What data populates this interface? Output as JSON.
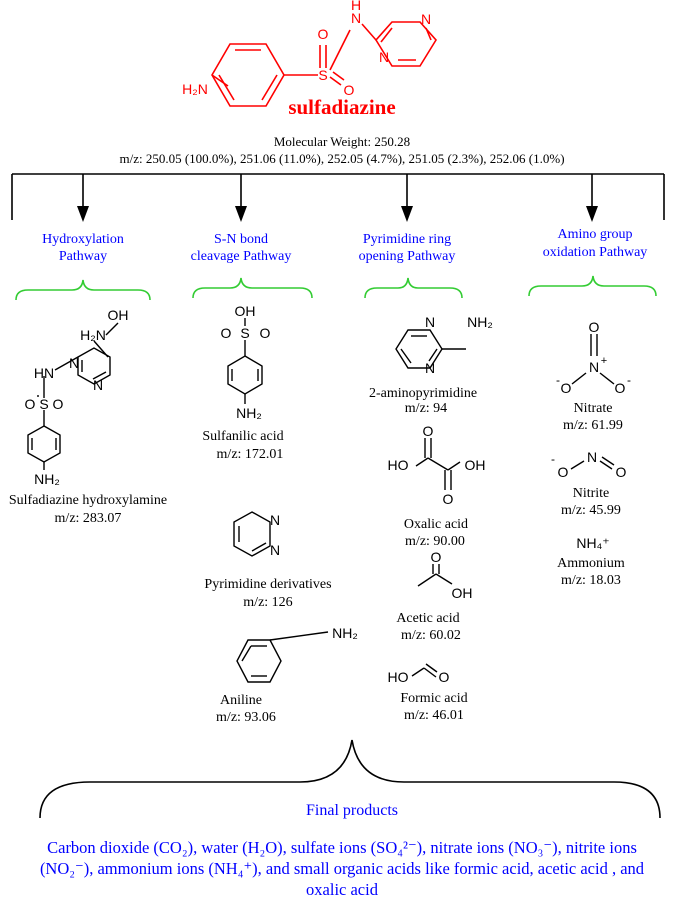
{
  "parent": {
    "name": "sulfadiazine",
    "mw": "Molecular Weight: 250.28",
    "mz": "m/z: 250.05 (100.0%), 251.06 (11.0%), 252.05 (4.7%), 251.05 (2.3%), 252.06 (1.0%)",
    "atoms": {
      "s": "S",
      "o1": "O",
      "o2": "O",
      "n": "N",
      "h": "H",
      "nh2": "H₂N",
      "n_ring1": "N",
      "n_ring2": "N"
    }
  },
  "pathways": [
    {
      "title_line1": "Hydroxylation",
      "title_line2": "Pathway"
    },
    {
      "title_line1": "S-N bond",
      "title_line2": "cleavage Pathway"
    },
    {
      "title_line1": "Pyrimidine ring",
      "title_line2": "opening Pathway"
    },
    {
      "title_line1": "Amino group",
      "title_line2": "oxidation Pathway"
    }
  ],
  "products": {
    "hydroxylamine": {
      "name": "Sulfadiazine hydroxylamine",
      "mz": "m/z: 283.07",
      "atoms": {
        "oh": "OH",
        "h2n": "H₂N",
        "hn": "HN",
        "s": "S",
        "o1": "O",
        "o2": "O",
        "nh2": "NH₂",
        "n1": "N",
        "n2": "N"
      }
    },
    "sulfanilic": {
      "name": "Sulfanilic acid",
      "mz": "m/z: 172.01",
      "atoms": {
        "oh": "OH",
        "s": "S",
        "o1": "O",
        "o2": "O",
        "nh2": "NH₂"
      }
    },
    "pyrimidine": {
      "name": "Pyrimidine derivatives",
      "mz": "m/z: 126",
      "atoms": {
        "n1": "N",
        "n2": "N"
      }
    },
    "aniline": {
      "name": "Aniline",
      "mz": "m/z: 93.06",
      "atoms": {
        "nh2": "NH₂"
      }
    },
    "aminopyrimidine": {
      "name": "2-aminopyrimidine",
      "mz": "m/z: 94",
      "atoms": {
        "n1": "N",
        "n2": "N",
        "nh2": "NH₂"
      }
    },
    "oxalic": {
      "name": "Oxalic acid",
      "mz": "m/z: 90.00",
      "atoms": {
        "ho": "HO",
        "oh": "OH",
        "o1": "O",
        "o2": "O"
      }
    },
    "acetic": {
      "name": "Acetic acid",
      "mz": "m/z: 60.02",
      "atoms": {
        "o": "O",
        "oh": "OH"
      }
    },
    "formic": {
      "name": "Formic acid",
      "mz": "m/z: 46.01",
      "atoms": {
        "ho": "HO",
        "o": "O"
      }
    },
    "nitrate": {
      "name": "Nitrate",
      "mz": "m/z: 61.99",
      "atoms": {
        "o_top": "O",
        "n": "N",
        "plus": "+",
        "o_left": "O",
        "o_right": "O",
        "minus_l": "-",
        "minus_r": "-"
      }
    },
    "nitrite": {
      "name": "Nitrite",
      "mz": "m/z: 45.99",
      "atoms": {
        "o": "O",
        "minus": "-",
        "n": "N",
        "o2": "O"
      }
    },
    "ammonium": {
      "formula": "NH₄⁺",
      "name": "Ammonium",
      "mz": "m/z: 18.03"
    }
  },
  "final": {
    "title": "Final products",
    "line1": "Carbon dioxide (CO₂), water (H₂O), sulfate ions (SO₄²⁻), nitrate ions (NO₃⁻), nitrite ions",
    "line2": "(NO₂⁻), ammonium ions (NH₄⁺), and small organic acids like formic acid, acetic acid , and",
    "line3": "oxalic acid"
  },
  "colors": {
    "red": "#ff0000",
    "blue": "#0000ff",
    "green": "#33cc33",
    "black": "#000000"
  }
}
